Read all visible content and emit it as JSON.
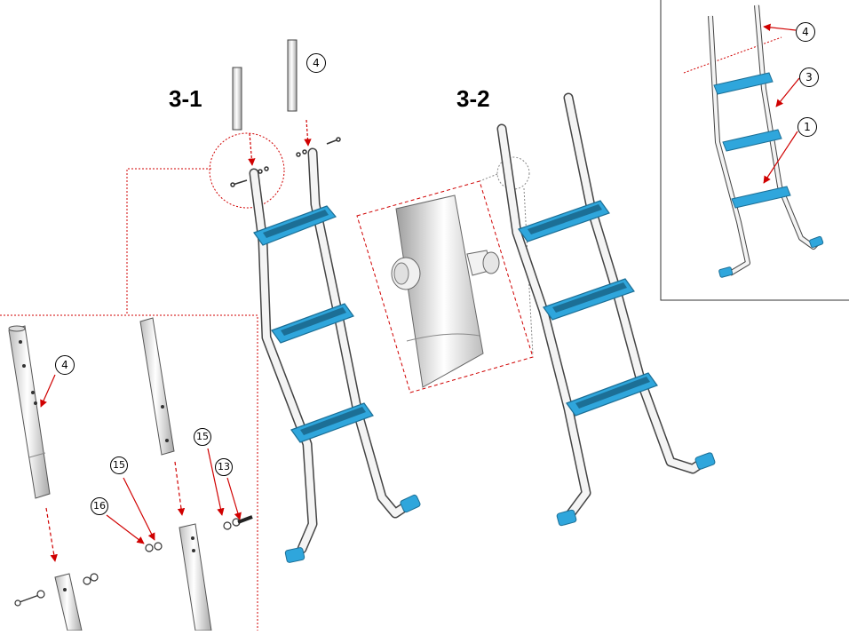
{
  "steps": {
    "step_1": "3-1",
    "step_2": "3-2"
  },
  "callouts": {
    "main_part_top_pole": "4",
    "detail_top_pole": "4",
    "detail_washer_a": "15",
    "detail_bolt": "13",
    "detail_washer_b": "15",
    "detail_nut": "16",
    "inset_top_pole": "4",
    "inset_step": "3",
    "inset_frame": "1"
  },
  "colors": {
    "step_blue": "#2fa6dc",
    "step_dark": "#1c6f96",
    "pole_light": "#f2f2f2",
    "pole_stroke": "#444444",
    "arrow_red": "#d00000",
    "dotted_red": "#d00000"
  }
}
